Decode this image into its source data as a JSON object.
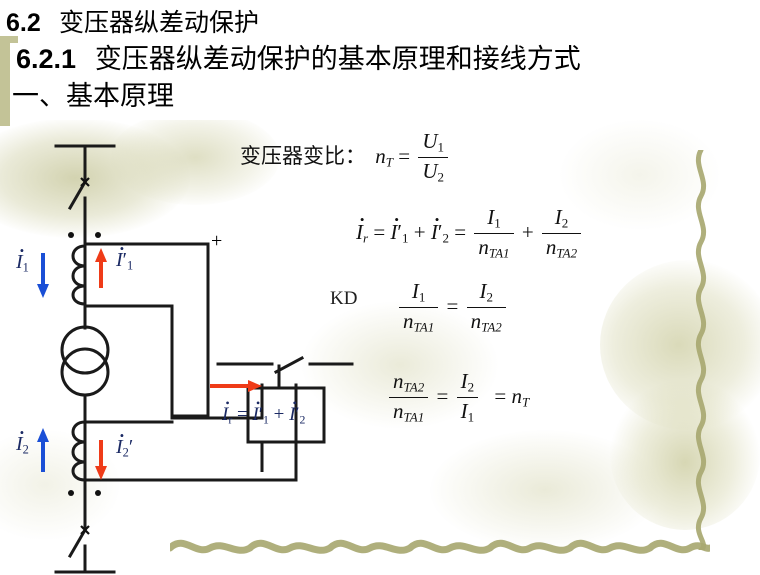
{
  "slide": {
    "section_number": "6.2",
    "section_title": "变压器纵差动保护",
    "subsection_number": "6.2.1",
    "subsection_title": "变压器纵差动保护的基本原理和接线方式",
    "topic_line": "一、基本原理"
  },
  "colors": {
    "accent_olive": "#c3c397",
    "watermark": "#c8c896",
    "blue_arrow": "#1a4fd6",
    "red_arrow": "#ef3b18",
    "navy_text": "#1b2a64",
    "wire": "#1a1a1a",
    "banner_bg": "#ffffff",
    "page_bg": "#ffffff"
  },
  "formulas": {
    "ratio_label": "变压器变比：",
    "ratio_lhs": "n",
    "ratio_lhs_sub": "T",
    "ratio_num": "U",
    "ratio_num_sub": "1",
    "ratio_den": "U",
    "ratio_den_sub": "2",
    "eq1": {
      "lhs": "I",
      "lhs_sub": "r",
      "term1": "I",
      "term1_sub": "1",
      "term1_prime": "′",
      "term2": "I",
      "term2_sub": "2",
      "term2_prime": "′",
      "frac1_num": "I",
      "frac1_num_sub": "1",
      "frac1_den": "n",
      "frac1_den_sub": "TA1",
      "frac2_num": "I",
      "frac2_num_sub": "2",
      "frac2_den": "n",
      "frac2_den_sub": "TA2"
    },
    "eq2": {
      "left_num": "I",
      "left_num_sub": "1",
      "left_den": "n",
      "left_den_sub": "TA1",
      "right_num": "I",
      "right_num_sub": "2",
      "right_den": "n",
      "right_den_sub": "TA2"
    },
    "eq3": {
      "left_num": "n",
      "left_num_sub": "TA2",
      "left_den": "n",
      "left_den_sub": "TA1",
      "mid_num": "I",
      "mid_num_sub": "2",
      "mid_den": "I",
      "mid_den_sub": "1",
      "result": "n",
      "result_sub": "T"
    }
  },
  "circuit": {
    "relay_label": "KD",
    "polarity_label": "+",
    "current_primary": {
      "symbol": "I",
      "sub": "1"
    },
    "current_primary_ct": {
      "symbol": "I",
      "sub": "1",
      "prime": "′"
    },
    "current_secondary": {
      "symbol": "I",
      "sub": "2"
    },
    "current_secondary_ct": {
      "symbol": "I",
      "sub": "2",
      "prime": "′"
    },
    "diff_current": {
      "lhs": "I",
      "lhs_sub": "r",
      "t1": "I",
      "t1_sub": "1",
      "t1_prime": "′",
      "t2": "I",
      "t2_sub": "2",
      "t2_prime": "′"
    }
  }
}
